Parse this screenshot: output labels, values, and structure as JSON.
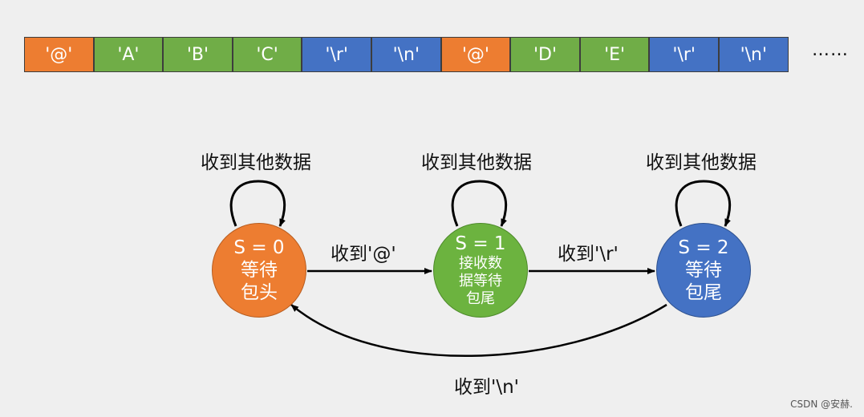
{
  "colors": {
    "orange": "#ED7D31",
    "green": "#70AD47",
    "blue": "#4472C4",
    "green_state": "#6CB33F"
  },
  "packet": {
    "cells": [
      {
        "text": "'@'",
        "color": "orange"
      },
      {
        "text": "'A'",
        "color": "green"
      },
      {
        "text": "'B'",
        "color": "green"
      },
      {
        "text": "'C'",
        "color": "green"
      },
      {
        "text": "'\\r'",
        "color": "blue"
      },
      {
        "text": "'\\n'",
        "color": "blue"
      },
      {
        "text": "'@'",
        "color": "orange"
      },
      {
        "text": "'D'",
        "color": "green"
      },
      {
        "text": "'E'",
        "color": "green"
      },
      {
        "text": "'\\r'",
        "color": "blue"
      },
      {
        "text": "'\\n'",
        "color": "blue"
      }
    ],
    "ellipsis": "……"
  },
  "states": [
    {
      "value": "S = 0",
      "desc_lines": [
        "等待",
        "包头"
      ],
      "color": "orange"
    },
    {
      "value": "S = 1",
      "desc_lines": [
        "接收数",
        "据等待",
        "包尾"
      ],
      "color": "green_state"
    },
    {
      "value": "S = 2",
      "desc_lines": [
        "等待",
        "包尾"
      ],
      "color": "blue"
    }
  ],
  "self_loop_labels": [
    "收到其他数据",
    "收到其他数据",
    "收到其他数据"
  ],
  "transitions": [
    {
      "label": "收到'@'"
    },
    {
      "label": "收到'\\r'"
    },
    {
      "label": "收到'\\n'"
    }
  ],
  "watermark": "CSDN @安赫."
}
